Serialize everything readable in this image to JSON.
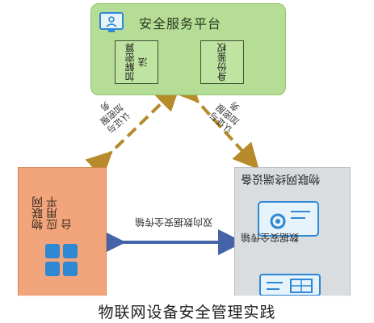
{
  "security_platform": {
    "title": "安全服务平台",
    "modules": [
      "加解密算法",
      "身份鉴权"
    ]
  },
  "iot_platform": {
    "title": "物联网应用平台"
  },
  "iot_device": {
    "title": "物联网终端设备",
    "sub_label": "数据安全传输"
  },
  "edges": {
    "left_top": "认证与加密服务",
    "right_top": "认证与加密服务",
    "bottom": "双向数据安全传输"
  },
  "caption": "物联网设备安全管理实践",
  "colors": {
    "security_box": "#b5dd95",
    "platform_box": "#f2a57b",
    "device_box": "#d9dde0",
    "dashed_arrow": "#b78a2a",
    "solid_arrow": "#4463a8",
    "icon_blue": "#2e88d4"
  }
}
